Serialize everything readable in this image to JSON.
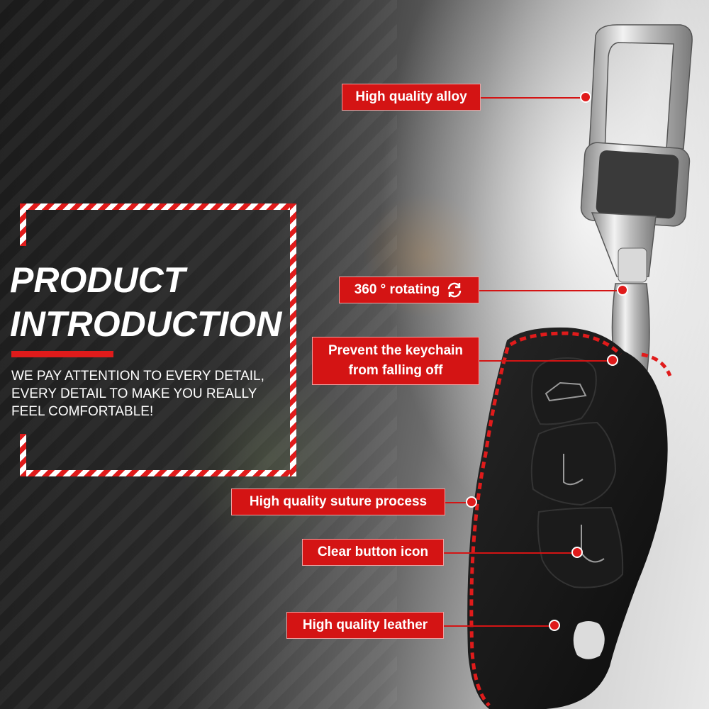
{
  "intro": {
    "title_line1": "PRODUCT",
    "title_line2": "INTRODUCTION",
    "text": "WE PAY ATTENTION TO EVERY DETAIL, EVERY DETAIL TO MAKE YOU REALLY FEEL COMFORTABLE!"
  },
  "callouts": {
    "alloy": "High quality alloy",
    "rotating": "360 ° rotating",
    "prevent_line1": "Prevent the keychain",
    "prevent_line2": "from falling off",
    "suture": "High quality suture process",
    "button_icon": "Clear button icon",
    "leather": "High quality leather"
  },
  "icons": {
    "rotate": "rotate-arrows-icon"
  },
  "colors": {
    "accent_red": "#d41414",
    "stitch_red": "#e01b1b",
    "leather_black": "#141414",
    "metal": "#c9c9c9"
  }
}
